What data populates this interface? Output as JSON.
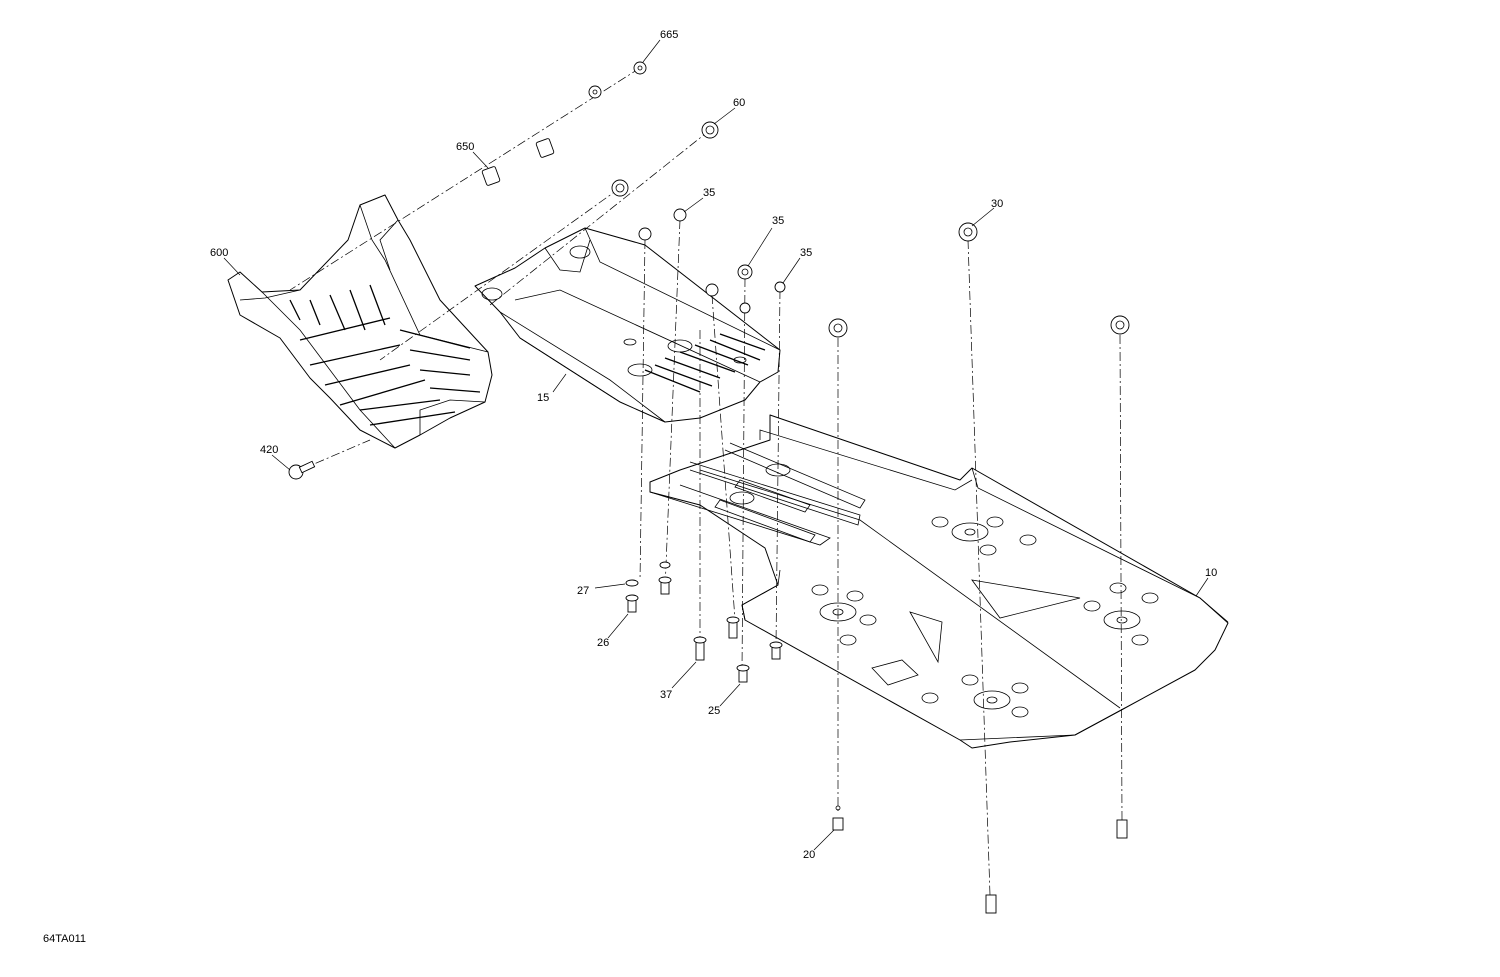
{
  "drawing_id": "64TA011",
  "callouts": [
    {
      "id": "c665",
      "label": "665"
    },
    {
      "id": "c60",
      "label": "60"
    },
    {
      "id": "c650",
      "label": "650"
    },
    {
      "id": "c600",
      "label": "600"
    },
    {
      "id": "c35a",
      "label": "35"
    },
    {
      "id": "c35b",
      "label": "35"
    },
    {
      "id": "c35c",
      "label": "35"
    },
    {
      "id": "c30",
      "label": "30"
    },
    {
      "id": "c15",
      "label": "15"
    },
    {
      "id": "c420",
      "label": "420"
    },
    {
      "id": "c10",
      "label": "10"
    },
    {
      "id": "c27",
      "label": "27"
    },
    {
      "id": "c26",
      "label": "26"
    },
    {
      "id": "c37",
      "label": "37"
    },
    {
      "id": "c25",
      "label": "25"
    },
    {
      "id": "c20",
      "label": "20"
    }
  ]
}
